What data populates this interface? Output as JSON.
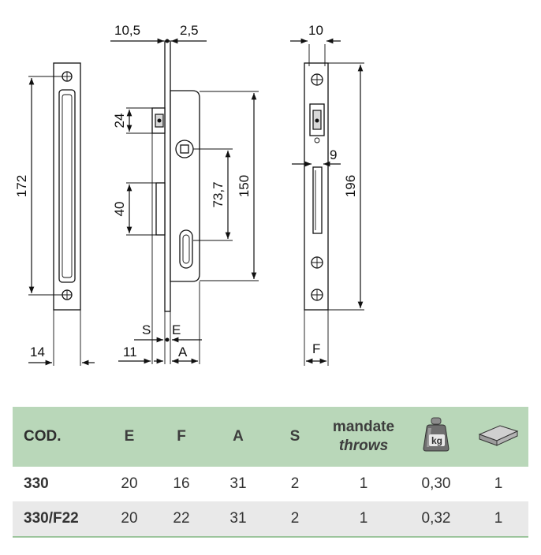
{
  "dimensions": {
    "d10_5": "10,5",
    "d2_5": "2,5",
    "d10": "10",
    "d24": "24",
    "d40": "40",
    "d172": "172",
    "d73_7": "73,7",
    "d150": "150",
    "d9": "9",
    "d196": "196",
    "d14": "14",
    "d11": "11",
    "dA": "A",
    "dS": "S",
    "dE": "E",
    "dF": "F"
  },
  "table": {
    "headers": {
      "code": "COD.",
      "e": "E",
      "f": "F",
      "a": "A",
      "s": "S",
      "throws_line1": "mandate",
      "throws_line2": "throws",
      "weight_icon_text": "kg"
    },
    "icons": {
      "weight": "weight-icon",
      "package": "package-icon"
    },
    "rows": [
      {
        "code": "330",
        "e": "20",
        "f": "16",
        "a": "31",
        "s": "2",
        "throws": "1",
        "weight": "0,30",
        "pack": "1"
      },
      {
        "code": "330/F22",
        "e": "20",
        "f": "22",
        "a": "31",
        "s": "2",
        "throws": "1",
        "weight": "0,32",
        "pack": "1"
      }
    ],
    "colors": {
      "header_bg": "#b9d7b9",
      "alt_row_bg": "#e9e9e9"
    }
  }
}
